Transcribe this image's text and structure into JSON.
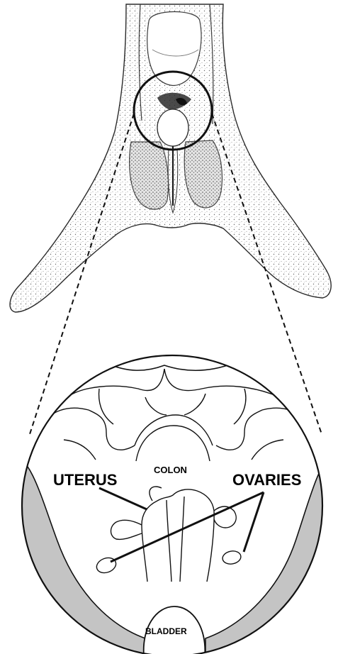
{
  "labels": {
    "uterus": "UTERUS",
    "ovaries": "OVARIES",
    "colon": "COLON",
    "bladder": "BLADDER"
  },
  "colors": {
    "ink": "#1a1a1a",
    "fat_shading": "#c4c4c4",
    "background": "#ffffff"
  }
}
